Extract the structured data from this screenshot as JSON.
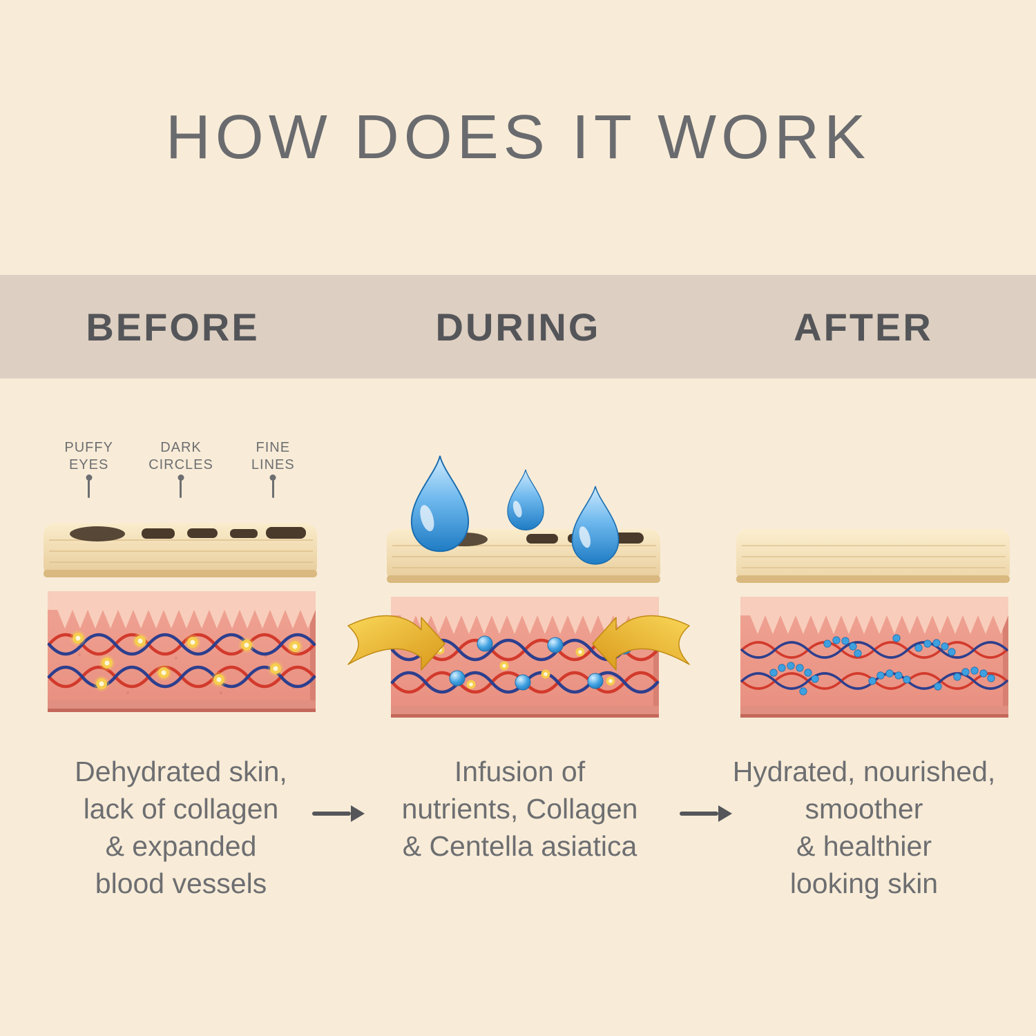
{
  "page": {
    "title": "HOW DOES IT WORK"
  },
  "colors": {
    "background": "#f8ecd8",
    "band": "#ddcfc1",
    "title_text": "#6a6b6e",
    "heading_text": "#545559",
    "body_text": "#6d6e71",
    "drop_blue": "#2f8fd6",
    "nutrient_yellow": "#f6cd4e",
    "nutrient_blue": "#3fa0e0",
    "vessel_red": "#d23a2c",
    "vessel_blue": "#2d3f8e",
    "gold_arrow": "#e8b62f",
    "epidermis": "#f2ddb4",
    "dermis": "#ee9e90"
  },
  "stages": [
    {
      "header": "BEFORE",
      "callouts": [
        "PUFFY\nEYES",
        "DARK\nCIRCLES",
        "FINE\nLINES"
      ],
      "description": "Dehydrated skin,\nlack of collagen\n& expanded\nblood vessels"
    },
    {
      "header": "DURING",
      "description": "Infusion of\nnutrients, Collagen\n& Centella asiatica"
    },
    {
      "header": "AFTER",
      "description": "Hydrated, nourished,\nsmoother\n& healthier\nlooking skin"
    }
  ]
}
